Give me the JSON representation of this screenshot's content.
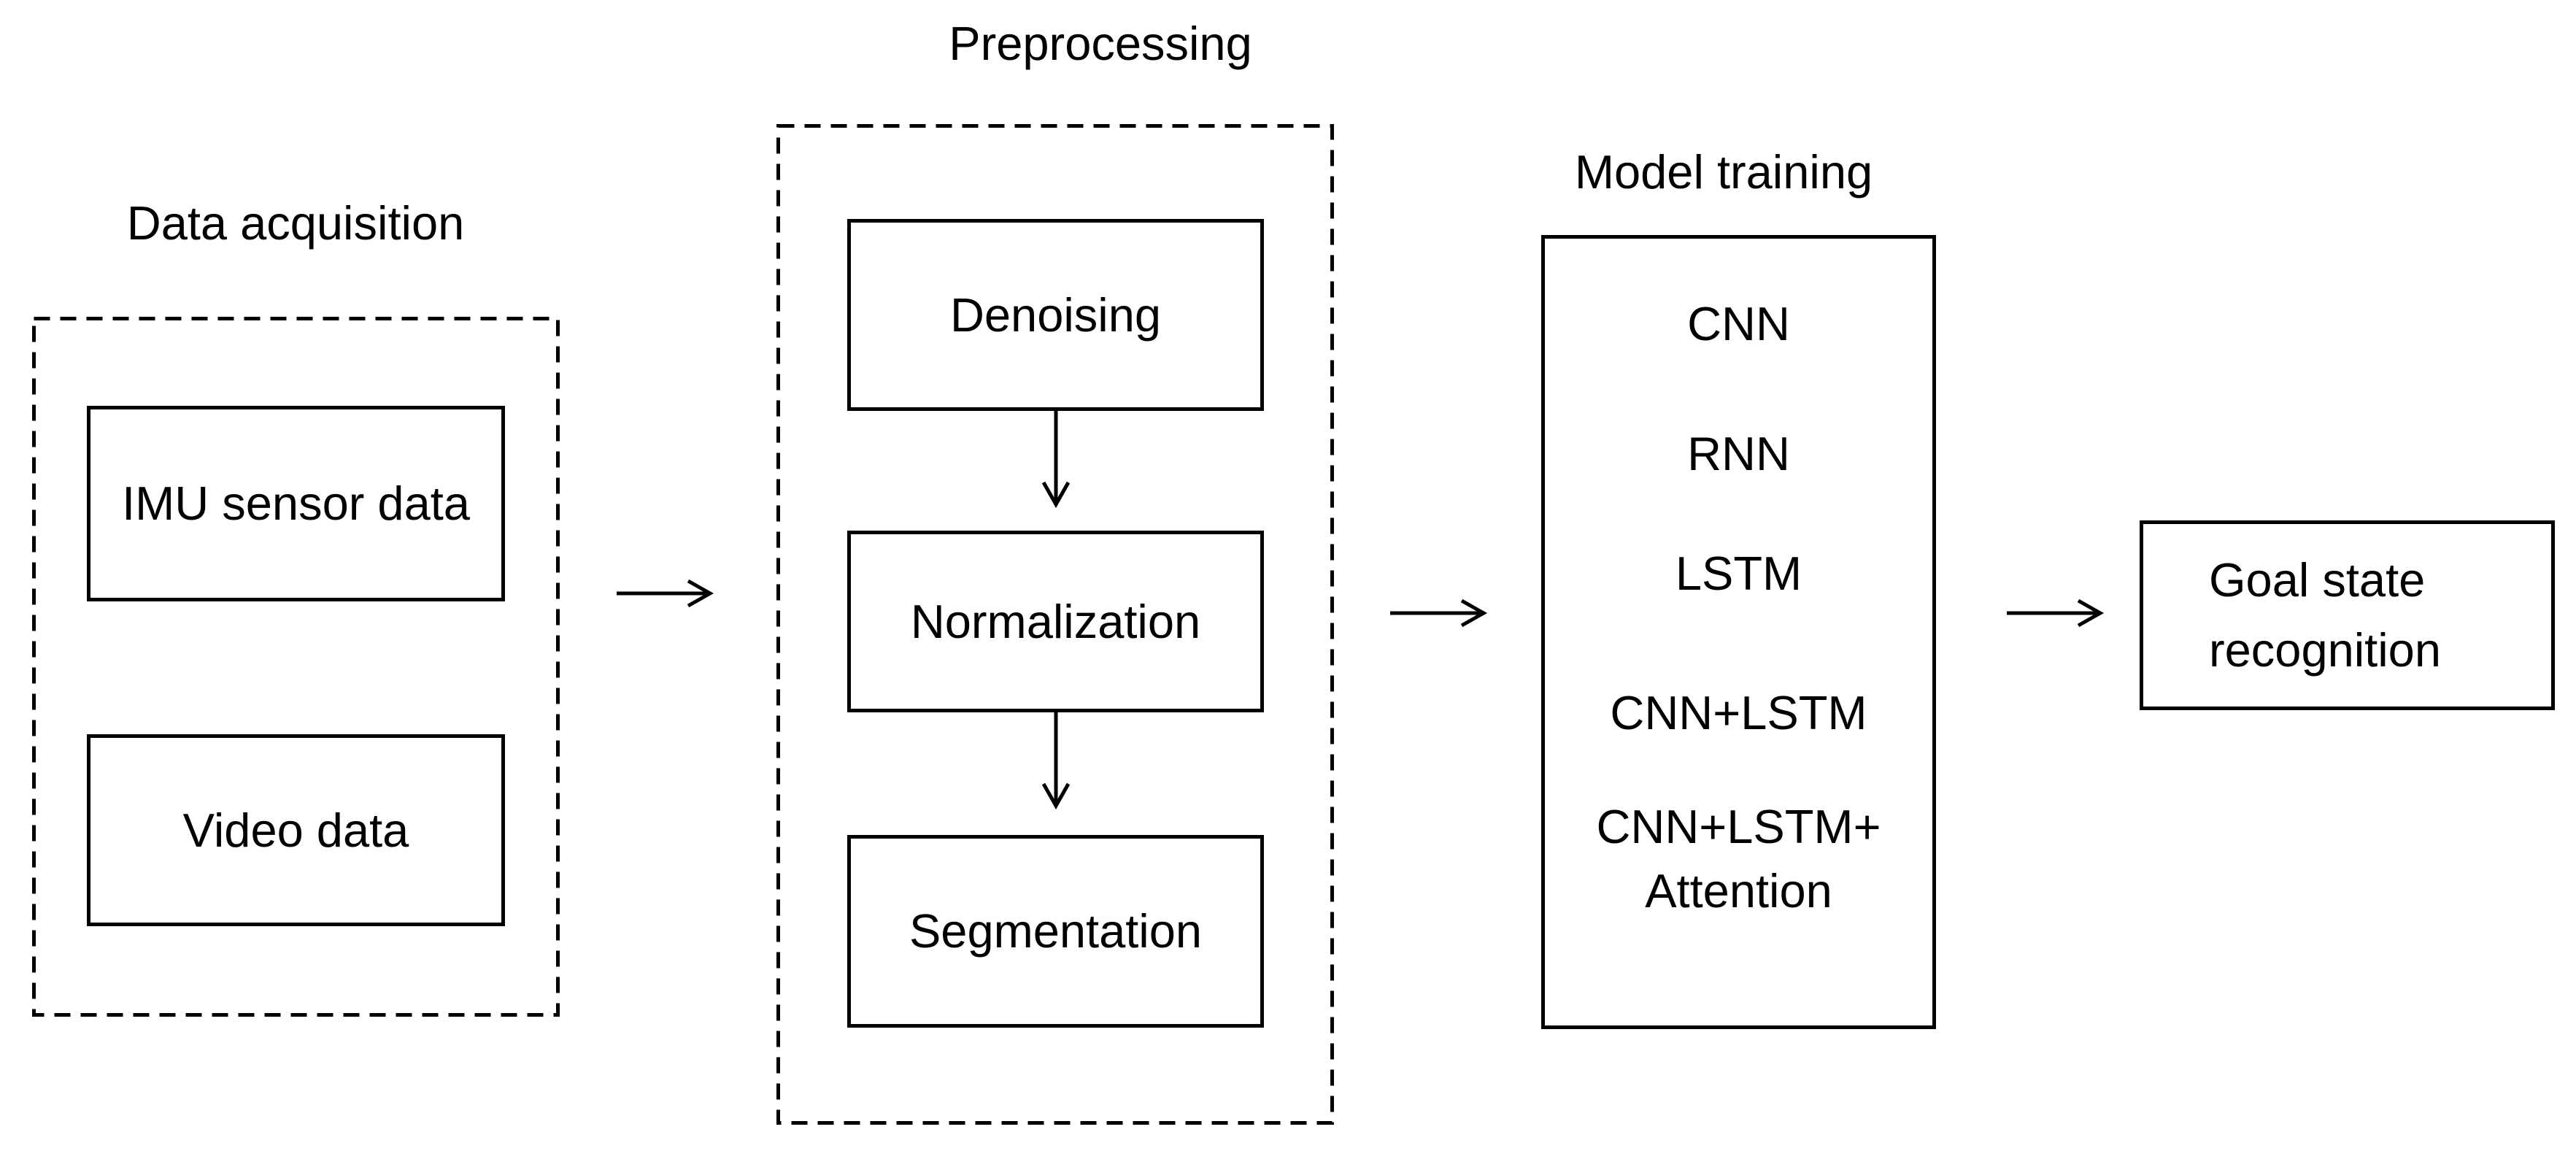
{
  "colors": {
    "background": "#ffffff",
    "line": "#000000",
    "text": "#000000"
  },
  "stages": {
    "data_acquisition": {
      "label": "Data acquisition",
      "sources": [
        {
          "label": "IMU sensor data"
        },
        {
          "label": "Video data"
        }
      ]
    },
    "preprocessing": {
      "label": "Preprocessing",
      "steps": [
        {
          "label": "Denoising"
        },
        {
          "label": "Normalization"
        },
        {
          "label": "Segmentation"
        }
      ]
    },
    "model_training": {
      "label": "Model training",
      "models": [
        {
          "label": "CNN"
        },
        {
          "label": "RNN"
        },
        {
          "label": "LSTM"
        },
        {
          "label": "CNN+LSTM"
        },
        {
          "label": "CNN+LSTM+\nAttention"
        }
      ]
    },
    "output": {
      "label": "Goal state\nrecognition"
    }
  },
  "icons": {
    "right_arrow": "right-arrow",
    "down_arrow": "down-arrow"
  }
}
